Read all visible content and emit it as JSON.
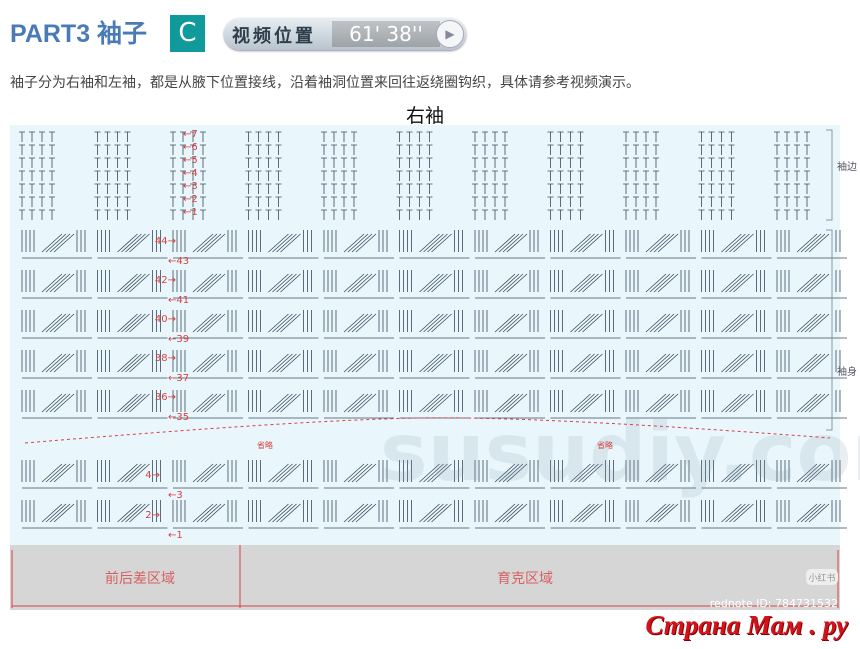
{
  "header": {
    "title": "PART3 袖子",
    "badge": "C",
    "video_label": "视频位置",
    "video_time": "61' 38''",
    "play_icon": "▶"
  },
  "description": "袖子分为右袖和左袖，都是从腋下位置接线，沿着袖洞位置来回往返绕圈钩织，具体请参考视频演示。",
  "chart": {
    "subtitle": "右袖",
    "side_labels": [
      "袖边",
      "袖身"
    ],
    "omit_label": "省略",
    "cuff_rows": [
      "7",
      "6",
      "5",
      "4",
      "3",
      "2",
      "1"
    ],
    "body_rows_right": [
      "43",
      "41",
      "39",
      "37",
      "35"
    ],
    "body_rows_left": [
      "44",
      "42",
      "40",
      "38",
      "36"
    ],
    "lower_rows_right": [
      "3",
      "1"
    ],
    "lower_rows_left": [
      "4",
      "2"
    ],
    "zone_left": "前后差区域",
    "zone_right": "育克区域",
    "watermark": "susudiy.com",
    "app_badge": "小红书",
    "rednote_id": "rednote ID: 784731532",
    "colors": {
      "bg": "#e9f7fc",
      "stitch": "#3a4a5a",
      "red": "#d94040",
      "grey": "#d6d6d6"
    }
  },
  "footer": {
    "site": "Страна Мам . ру"
  }
}
